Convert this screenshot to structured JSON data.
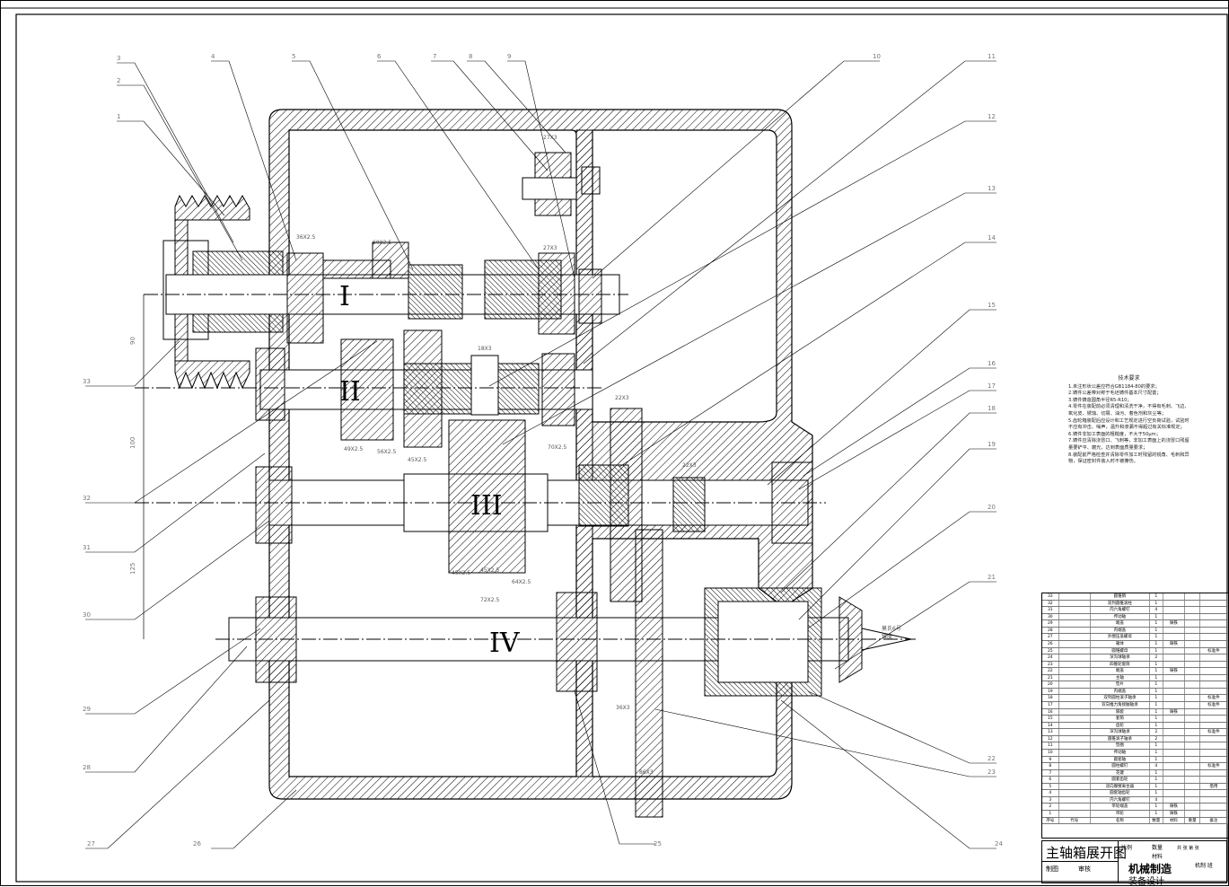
{
  "drawing": {
    "shaft_labels": [
      "I",
      "II",
      "III",
      "IV"
    ],
    "gear_annotations": [
      "36X2.5",
      "60X2.5",
      "18X3",
      "27X3",
      "27X3",
      "49X2.5",
      "56X2.5",
      "45X2.5",
      "45X2.5",
      "72X2.5",
      "70X2.5",
      "22X3",
      "22X3",
      "45X2.5",
      "64X2.5",
      "36X3",
      "86X3"
    ],
    "dimensions": [
      "90",
      "100",
      "125"
    ],
    "balloons": [
      "1",
      "2",
      "3",
      "4",
      "5",
      "6",
      "7",
      "8",
      "9",
      "10",
      "11",
      "12",
      "13",
      "14",
      "15",
      "16",
      "17",
      "18",
      "19",
      "20",
      "21",
      "22",
      "23",
      "24",
      "25",
      "26",
      "27",
      "28",
      "29",
      "30",
      "31",
      "32",
      "33"
    ],
    "spindle_note": "莫氏6号",
    "spindle_note2": "锥度"
  },
  "technical_requirements": {
    "title": "技术要求",
    "items": [
      "1.未注形状公差应符合GB1184-80的要求；",
      "2.铸件公差带对称于毛坯铸件基本尺寸配置；",
      "3.铸件铸造圆角半径R5-R10；",
      "4.零件在装配前必须清理和清洗干净，不得有毛刺、飞边、氧化皮、锈蚀、切屑、油污、着色剂和灰尘等；",
      "5.齿轮箱装配后应设计和工艺规定进行空负荷试验，试验时不应有冲击、噪声，温升和渗漏不得超过有关标准规定；",
      "6.铸件非加工表面的粗糙度，不大于50μm；",
      "7.铸件应清除浇冒口、飞刺等，非加工表面上的浇冒口残留量要铲平、磨光，达到表面质量要求；",
      "8.装配前严格检查并清除零件加工时残留的锐角、毛刺和异物，保证密封件装入时不被擦伤。"
    ]
  },
  "bom": {
    "rows": [
      [
        "33",
        "",
        "圆锥销",
        "1",
        "",
        "",
        ""
      ],
      [
        "32",
        "",
        "双列圆锥滚柱",
        "1",
        "",
        "",
        ""
      ],
      [
        "31",
        "",
        "内六角螺钉",
        "4",
        "",
        "",
        ""
      ],
      [
        "30",
        "",
        "传动轴",
        "1",
        "",
        "",
        ""
      ],
      [
        "29",
        "",
        "端盖",
        "1",
        "铸铁",
        "",
        ""
      ],
      [
        "28",
        "",
        "内端盖",
        "1",
        "",
        "",
        ""
      ],
      [
        "27",
        "",
        "外圈压盖螺母",
        "1",
        "",
        "",
        ""
      ],
      [
        "26",
        "",
        "箱体",
        "1",
        "铸铁",
        "",
        ""
      ],
      [
        "25",
        "",
        "圆锥螺母",
        "1",
        "",
        "",
        "标准件"
      ],
      [
        "24",
        "",
        "深沟球轴承",
        "2",
        "",
        "",
        ""
      ],
      [
        "23",
        "",
        "四锥轮套筒",
        "1",
        "",
        "",
        ""
      ],
      [
        "22",
        "",
        "端盖",
        "1",
        "铸铁",
        "",
        ""
      ],
      [
        "21",
        "",
        "主轴",
        "1",
        "",
        "",
        ""
      ],
      [
        "20",
        "",
        "垫片",
        "1",
        "",
        "",
        ""
      ],
      [
        "19",
        "",
        "内端盖",
        "1",
        "",
        "",
        ""
      ],
      [
        "18",
        "",
        "双列圆柱滚子轴承",
        "1",
        "",
        "",
        "标准件"
      ],
      [
        "17",
        "",
        "双向推力角接触轴承",
        "1",
        "",
        "",
        "标准件"
      ],
      [
        "16",
        "",
        "隔套",
        "1",
        "铸铁",
        "",
        ""
      ],
      [
        "15",
        "",
        "套筒",
        "1",
        "",
        "",
        ""
      ],
      [
        "14",
        "",
        "齿轮",
        "1",
        "",
        "",
        ""
      ],
      [
        "13",
        "",
        "深沟球轴承",
        "2",
        "",
        "",
        "标准件"
      ],
      [
        "12",
        "",
        "圆锥滚子轴承",
        "2",
        "",
        "",
        ""
      ],
      [
        "11",
        "",
        "垫圈",
        "1",
        "",
        "",
        ""
      ],
      [
        "10",
        "",
        "传动轴",
        "1",
        "",
        "",
        ""
      ],
      [
        "9",
        "",
        "圆套轴",
        "1",
        "",
        "",
        ""
      ],
      [
        "8",
        "",
        "圆柱螺钉",
        "4",
        "",
        "",
        "标准件"
      ],
      [
        "7",
        "",
        "花键",
        "1",
        "",
        "",
        ""
      ],
      [
        "6",
        "",
        "圆套齿轮",
        "1",
        "",
        "",
        ""
      ],
      [
        "5",
        "",
        "双向摩擦离合器",
        "1",
        "",
        "",
        "借用"
      ],
      [
        "4",
        "",
        "圆套轴齿轮",
        "1",
        "",
        "",
        ""
      ],
      [
        "3",
        "",
        "内六角螺钉",
        "4",
        "",
        "",
        ""
      ],
      [
        "2",
        "",
        "带轮端盖",
        "1",
        "铸铁",
        "",
        ""
      ],
      [
        "1",
        "",
        "带轮",
        "1",
        "铸铁",
        "",
        ""
      ]
    ],
    "header": [
      "序号",
      "代号",
      "名称",
      "数量",
      "材料",
      "重量",
      "备注"
    ]
  },
  "title_block": {
    "name": "主轴箱展开图",
    "school": "机械制造",
    "design": "装备设计",
    "ratio_label": "比例",
    "qty_label": "数量",
    "material_label": "材料",
    "sheet_note": "共 张 第 张",
    "drawn": "制图",
    "checked": "审核",
    "major": "机制 班"
  }
}
